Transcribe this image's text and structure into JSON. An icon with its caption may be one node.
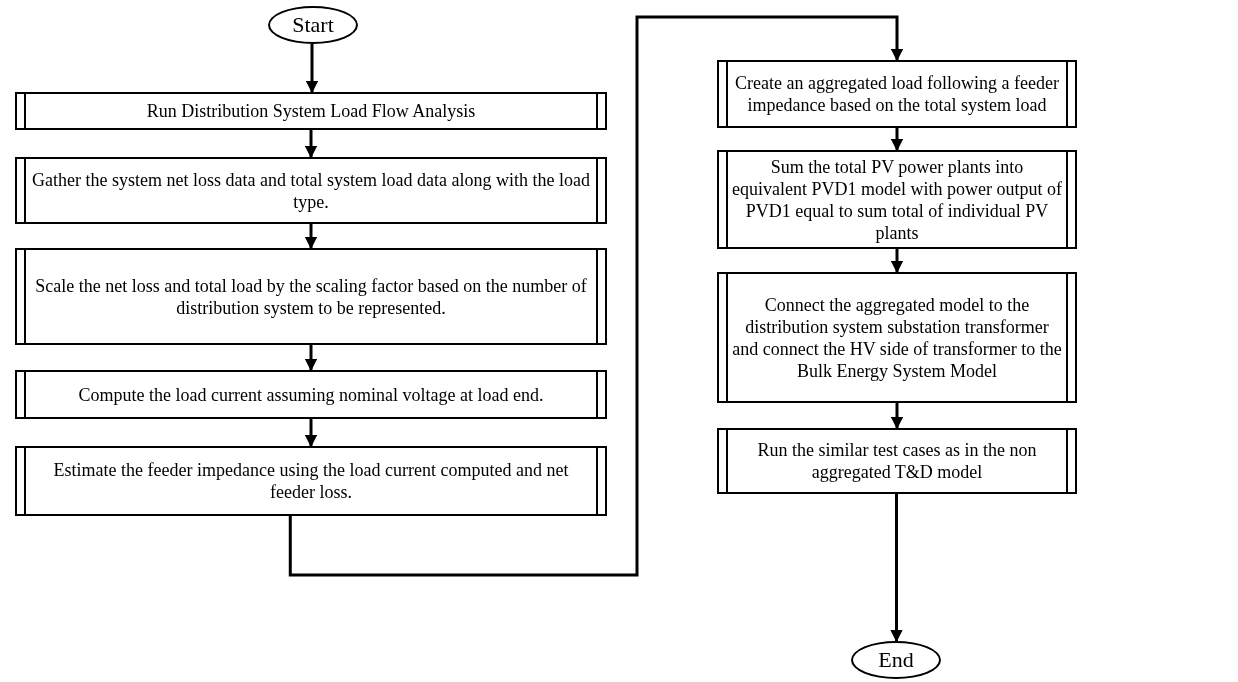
{
  "diagram": {
    "nodes": [
      {
        "text": [
          "Start"
        ]
      },
      {
        "text": [
          "Run Distribution System Load Flow Analysis"
        ]
      },
      {
        "text": [
          "Gather the system net loss data and total system load data along with the load type."
        ]
      },
      {
        "text": [
          "Scale the net loss and total load by the scaling factor based on the number of distribution system to be represented."
        ]
      },
      {
        "text": [
          "Compute the load current assuming nominal voltage at load end."
        ]
      },
      {
        "text": [
          "Estimate the feeder impedance using the load current computed and net feeder loss."
        ]
      },
      {
        "text": [
          "Create an aggregated load following a feeder impedance based on the total system load"
        ]
      },
      {
        "text": [
          "Sum the total PV power plants into equivalent PVD1 model with power output of PVD1 equal to sum total of individual PV plants"
        ]
      },
      {
        "text": [
          "Connect the aggregated model to the distribution system substation transformer and connect the HV side of transformer to the Bulk Energy System Model"
        ]
      },
      {
        "text": [
          "Run the similar test cases as in the non aggregated T&D model"
        ]
      },
      {
        "text": [
          "End"
        ]
      }
    ],
    "edges": [
      {
        "from": 0,
        "to": 1,
        "arrow": "to"
      },
      {
        "from": 1,
        "to": 2,
        "arrow": "to"
      },
      {
        "from": 2,
        "to": 3,
        "arrow": "to"
      },
      {
        "from": 3,
        "to": 4,
        "arrow": "to"
      },
      {
        "from": 4,
        "to": 5,
        "arrow": "to"
      },
      {
        "from": 5,
        "to": 6,
        "arrow": "to"
      },
      {
        "from": 6,
        "to": 7,
        "arrow": "to"
      },
      {
        "from": 7,
        "to": 8,
        "arrow": "to"
      },
      {
        "from": 8,
        "to": 9,
        "arrow": "to"
      },
      {
        "from": 9,
        "to": 10,
        "arrow": "to"
      }
    ]
  }
}
